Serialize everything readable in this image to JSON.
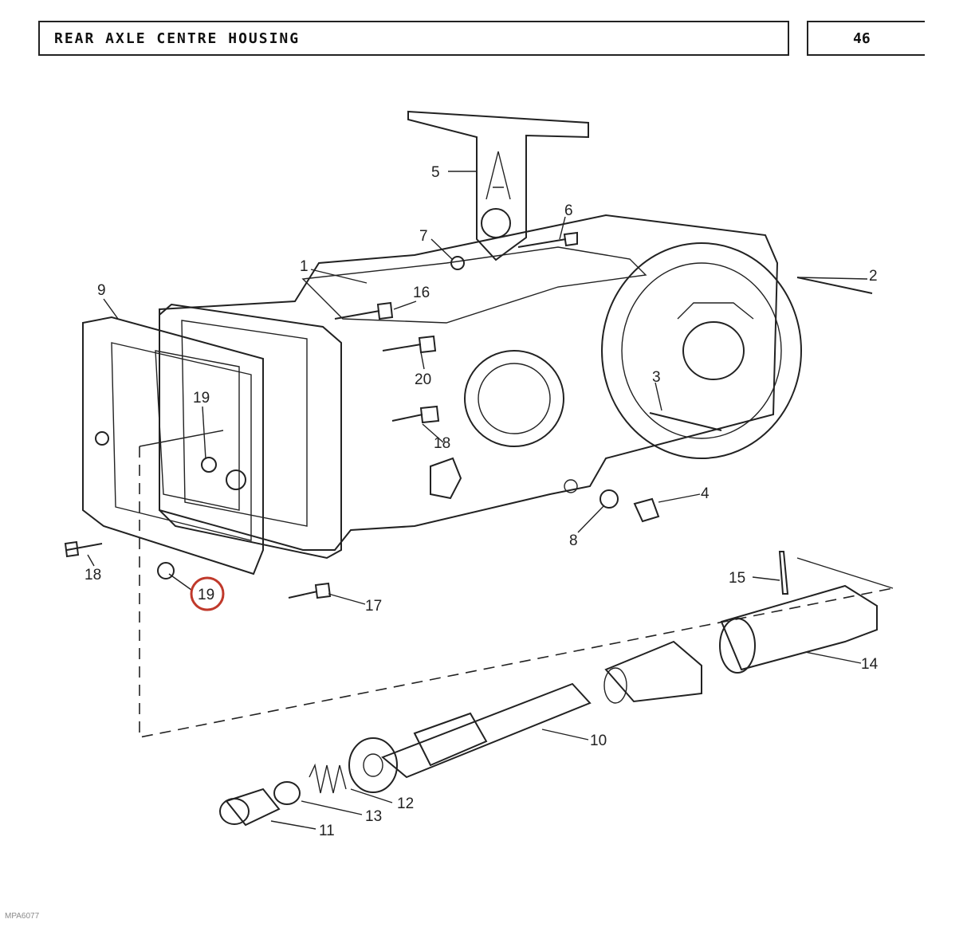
{
  "header": {
    "title": "REAR AXLE CENTRE HOUSING",
    "page_number": "46"
  },
  "footer": {
    "code": "MPA6077"
  },
  "highlight_color": "#c0392b",
  "callouts": {
    "c1": "1",
    "c2": "2",
    "c3": "3",
    "c4": "4",
    "c5": "5",
    "c6": "6",
    "c7": "7",
    "c8": "8",
    "c9": "9",
    "c10": "10",
    "c11": "11",
    "c12": "12",
    "c13": "13",
    "c14": "14",
    "c15": "15",
    "c16": "16",
    "c17": "17",
    "c18a": "18",
    "c18b": "18",
    "c19a": "19",
    "c19b": "19",
    "c20": "20"
  }
}
